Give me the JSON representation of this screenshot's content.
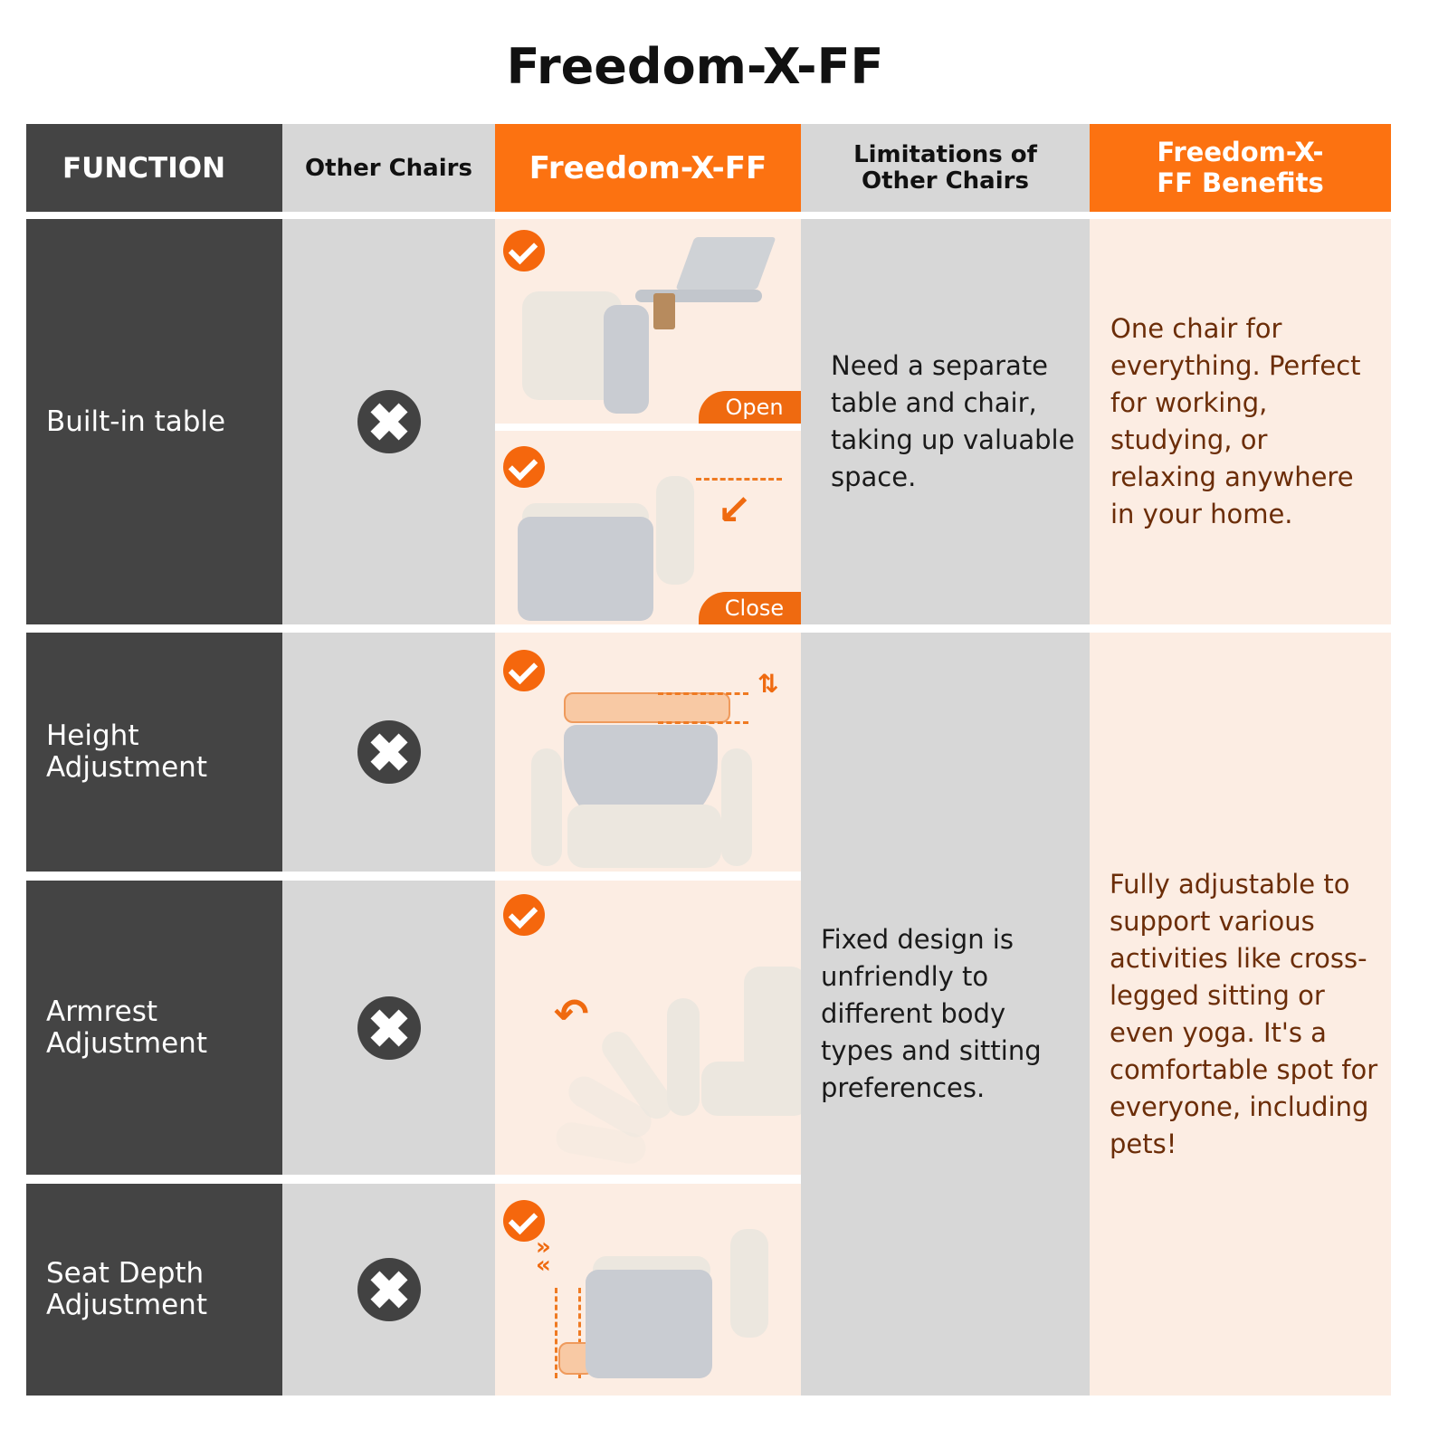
{
  "title": "Freedom-X-FF",
  "colors": {
    "dark": "#444444",
    "grey": "#d7d7d7",
    "orange": "#fc7211",
    "peach": "#fcede3",
    "benefit_text": "#6b2d08"
  },
  "header": {
    "function": "FUNCTION",
    "other_chairs": "Other Chairs",
    "product": "Freedom-X-FF",
    "limitations": "Limitations of Other Chairs",
    "benefits": "Freedom-X-FF Benefits"
  },
  "rows": [
    {
      "function": "Built-in table",
      "other_chairs_icon": "x-circle-icon",
      "product_icon": "check-circle-icon",
      "images": [
        {
          "label": "Open",
          "desc": "chair with side table open holding laptop and coffee cup"
        },
        {
          "label": "Close",
          "desc": "chair with side table folded down"
        }
      ]
    },
    {
      "function": "Height Adjustment",
      "other_chairs_icon": "x-circle-icon",
      "product_icon": "check-circle-icon",
      "images": [
        {
          "label": "",
          "desc": "chair back with highlighted adjustable height range and up/down arrows"
        }
      ]
    },
    {
      "function": "Armrest Adjustment",
      "other_chairs_icon": "x-circle-icon",
      "product_icon": "check-circle-icon",
      "images": [
        {
          "label": "",
          "desc": "armrest rotating through multiple positions with curved arrow"
        }
      ]
    },
    {
      "function": "Seat Depth Adjustment",
      "other_chairs_icon": "x-circle-icon",
      "product_icon": "check-circle-icon",
      "images": [
        {
          "label": "",
          "desc": "seat sliding forward/back with left/right arrows"
        }
      ]
    }
  ],
  "limitations": {
    "built_in_table": "Need a separate table and chair, taking up valuable space.",
    "adjustments": "Fixed design is unfriendly to different body types and sitting preferences."
  },
  "benefits": {
    "built_in_table": "One chair for everything. Perfect for working, studying, or relaxing anywhere in your home.",
    "adjustments": "Fully adjustable to support various activities like cross-legged sitting or even yoga. It's a comfortable spot for everyone, including pets!"
  }
}
